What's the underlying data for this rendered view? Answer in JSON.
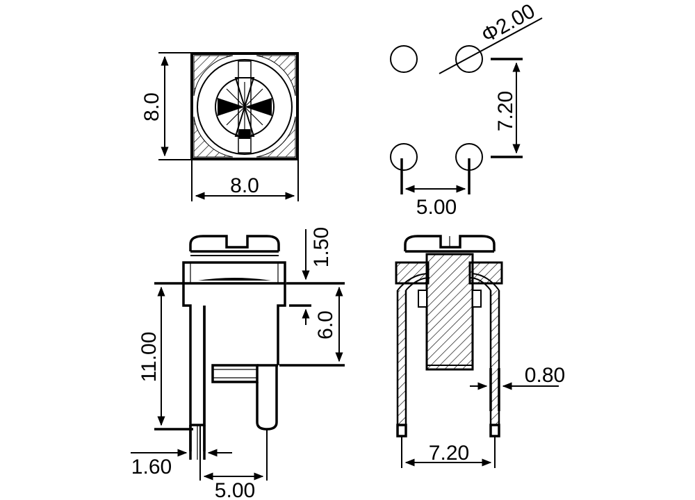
{
  "dimensions": {
    "top_height": "8.0",
    "top_width": "8.0",
    "pad_diameter": "Φ2.00",
    "pad_pitch_vertical": "7.20",
    "pad_pitch_horizontal": "5.00",
    "screw_height": "1.50",
    "body_height": "6.0",
    "total_height": "11.00",
    "lead_width": "1.60",
    "lead_spacing_side": "5.00",
    "lead_thickness": "0.80",
    "lead_spacing_section": "7.20"
  }
}
